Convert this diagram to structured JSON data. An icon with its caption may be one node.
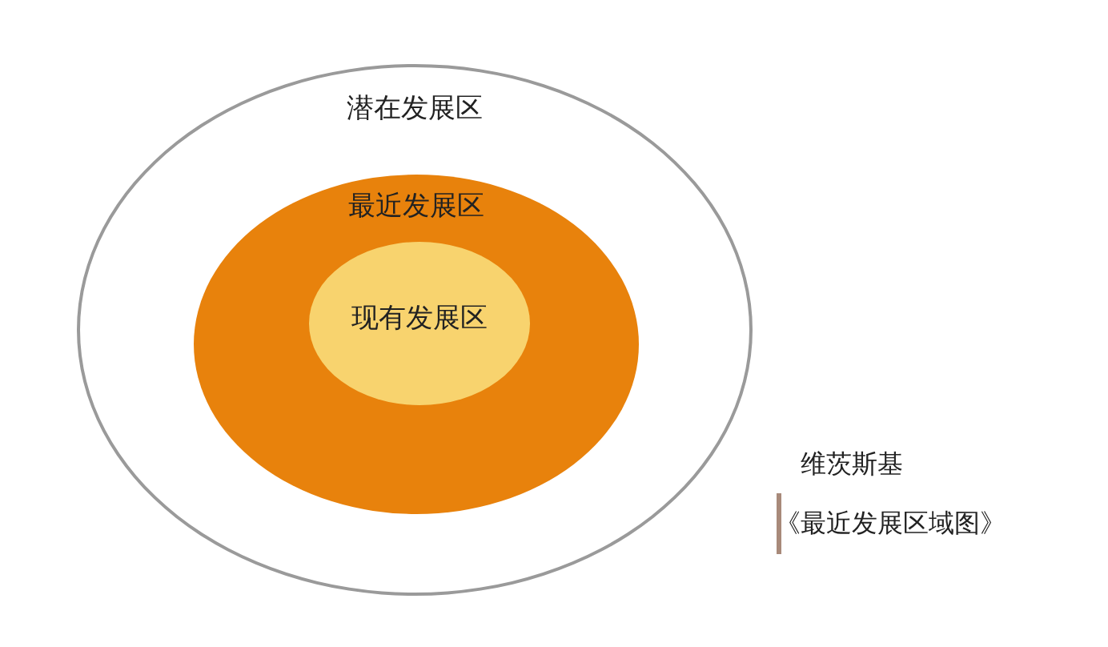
{
  "diagram": {
    "nodes": [
      {
        "text": [
          "潜在发展区"
        ]
      },
      {
        "text": [
          "最近发展区"
        ],
        "in": 0
      },
      {
        "text": [
          "现有发展区"
        ],
        "in": 1
      }
    ],
    "labels": [
      "维茨斯基",
      "《最近发展区域图》"
    ]
  }
}
